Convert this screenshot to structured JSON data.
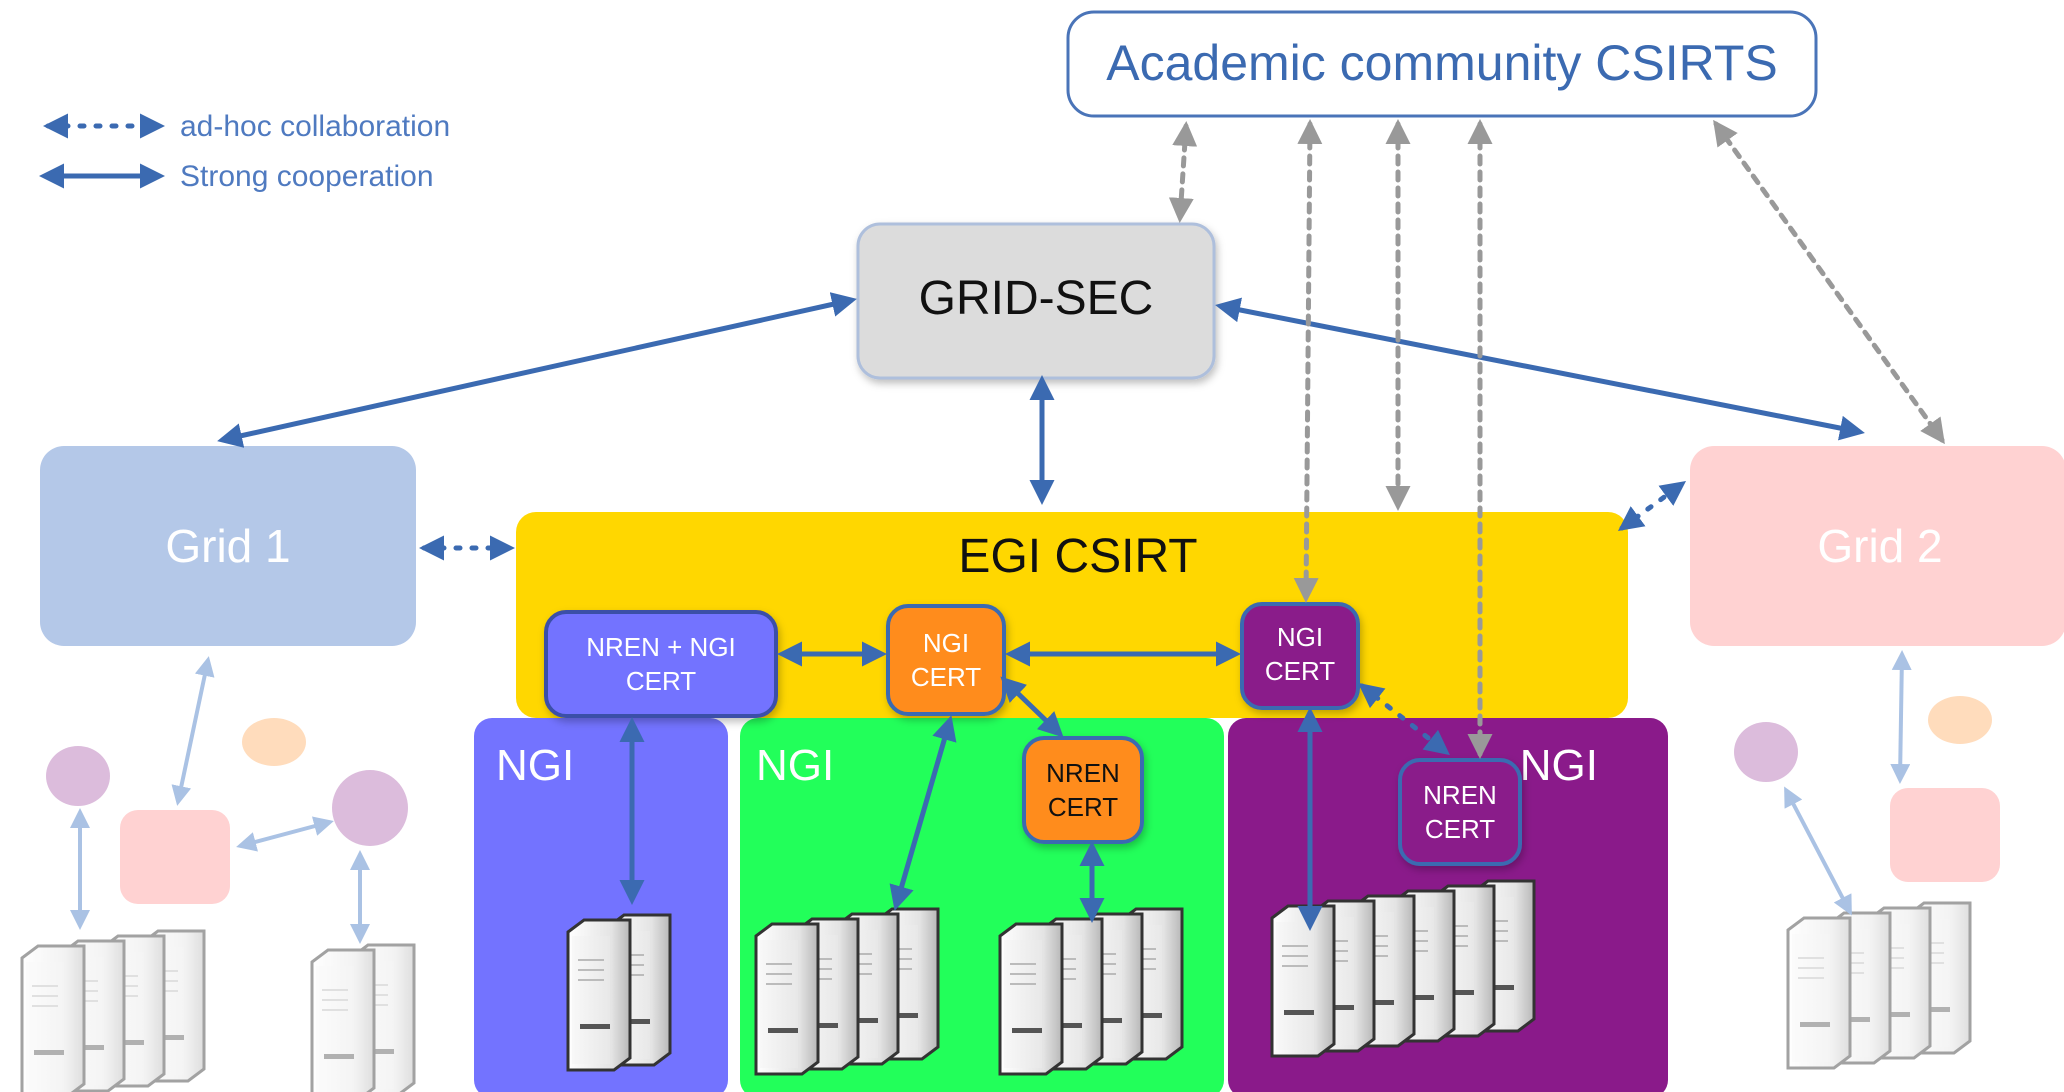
{
  "legend": {
    "adhoc": "ad-hoc collaboration",
    "strong": "Strong cooperation"
  },
  "nodes": {
    "academic": "Academic community CSIRTS",
    "gridsec": "GRID-SEC",
    "grid1": "Grid 1",
    "grid2": "Grid 2",
    "egi": "EGI CSIRT",
    "nren_ngi_cert": [
      "NREN + NGI",
      "CERT"
    ],
    "ngi_cert_orange": [
      "NGI",
      "CERT"
    ],
    "ngi_cert_purple": [
      "NGI",
      "CERT"
    ],
    "nren_cert_orange": [
      "NREN",
      "CERT"
    ],
    "nren_cert_purple": [
      "NREN",
      "CERT"
    ],
    "ngi_blue": "NGI",
    "ngi_green": "NGI",
    "ngi_purple": "NGI"
  },
  "colors": {
    "arrow": "#3b6ab1",
    "dotted": "#999999",
    "egi": "#ffd700",
    "ngi_blue": "#7373ff",
    "ngi_green": "#22ff5a",
    "ngi_purple": "#8a1a8a",
    "orange": "#ff8c1a",
    "grid1": "#b4c8e8",
    "grid2": "#ffd2d2",
    "gridsec": "#dcdcdc"
  }
}
